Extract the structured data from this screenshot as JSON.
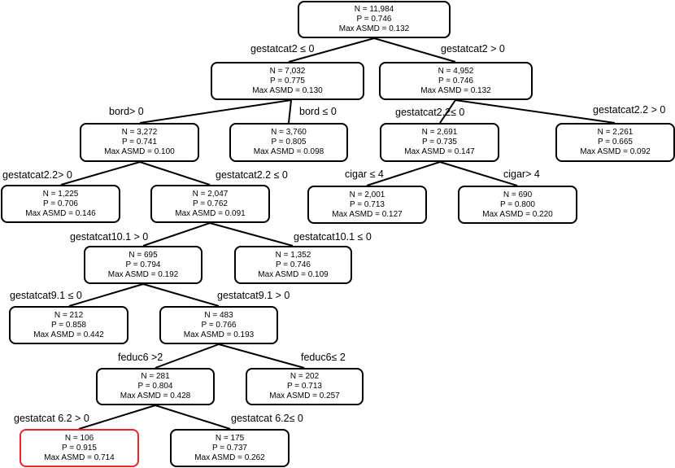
{
  "nodes": {
    "n0": {
      "n": "N = 11,984",
      "p": "P = 0.746",
      "asmd": "Max ASMD = 0.132"
    },
    "n1": {
      "n": "N = 7,032",
      "p": "P = 0.775",
      "asmd": "Max ASMD = 0.130"
    },
    "n2": {
      "n": "N = 4,952",
      "p": "P = 0.746",
      "asmd": "Max ASMD = 0.132"
    },
    "n3": {
      "n": "N = 3,272",
      "p": "P = 0.741",
      "asmd": "Max ASMD = 0.100"
    },
    "n4": {
      "n": "N = 3,760",
      "p": "P = 0.805",
      "asmd": "Max ASMD = 0.098"
    },
    "n5": {
      "n": "N = 2,691",
      "p": "P = 0.735",
      "asmd": "Max ASMD = 0.147"
    },
    "n6": {
      "n": "N = 2,261",
      "p": "P = 0.665",
      "asmd": "Max ASMD = 0.092"
    },
    "n7": {
      "n": "N = 1,225",
      "p": "P = 0.706",
      "asmd": "Max ASMD = 0.146"
    },
    "n8": {
      "n": "N = 2,047",
      "p": "P = 0.762",
      "asmd": "Max ASMD = 0.091"
    },
    "n9": {
      "n": "N = 2,001",
      "p": "P = 0.713",
      "asmd": "Max ASMD = 0.127"
    },
    "n10": {
      "n": "N = 690",
      "p": "P = 0.800",
      "asmd": "Max ASMD = 0.220"
    },
    "n11": {
      "n": "N = 695",
      "p": "P = 0.794",
      "asmd": "Max ASMD = 0.192"
    },
    "n12": {
      "n": "N = 1,352",
      "p": "P = 0.746",
      "asmd": "Max ASMD = 0.109"
    },
    "n13": {
      "n": "N = 212",
      "p": "P = 0.858",
      "asmd": "Max ASMD = 0.442"
    },
    "n14": {
      "n": "N = 483",
      "p": "P = 0.766",
      "asmd": "Max ASMD = 0.193"
    },
    "n15": {
      "n": "N = 281",
      "p": "P = 0.804",
      "asmd": "Max ASMD = 0.428"
    },
    "n16": {
      "n": "N = 202",
      "p": "P = 0.713",
      "asmd": "Max ASMD = 0.257"
    },
    "n17": {
      "n": "N = 106",
      "p": "P = 0.915",
      "asmd": "Max ASMD = 0.714"
    },
    "n18": {
      "n": "N = 175",
      "p": "P = 0.737",
      "asmd": "Max ASMD = 0.262"
    }
  },
  "edges": {
    "e1": "gestatcat2 ≤ 0",
    "e2": "gestatcat2 > 0",
    "e3": "bord> 0",
    "e4": "bord ≤ 0",
    "e5": "gestatcat2.2≤ 0",
    "e6": "gestatcat2.2 > 0",
    "e7": "gestatcat2.2> 0",
    "e8": "gestatcat2.2 ≤ 0",
    "e9": "cigar ≤ 4",
    "e10": "cigar> 4",
    "e11": "gestatcat10.1 > 0",
    "e12": "gestatcat10.1 ≤ 0",
    "e13": "gestatcat9.1 ≤ 0",
    "e14": "gestatcat9.1 > 0",
    "e15": "feduc6 >2",
    "e16": "feduc6≤ 2",
    "e17": "gestatcat 6.2 > 0",
    "e18": "gestatcat 6.2≤ 0"
  },
  "highlight_color": "#e8262b"
}
